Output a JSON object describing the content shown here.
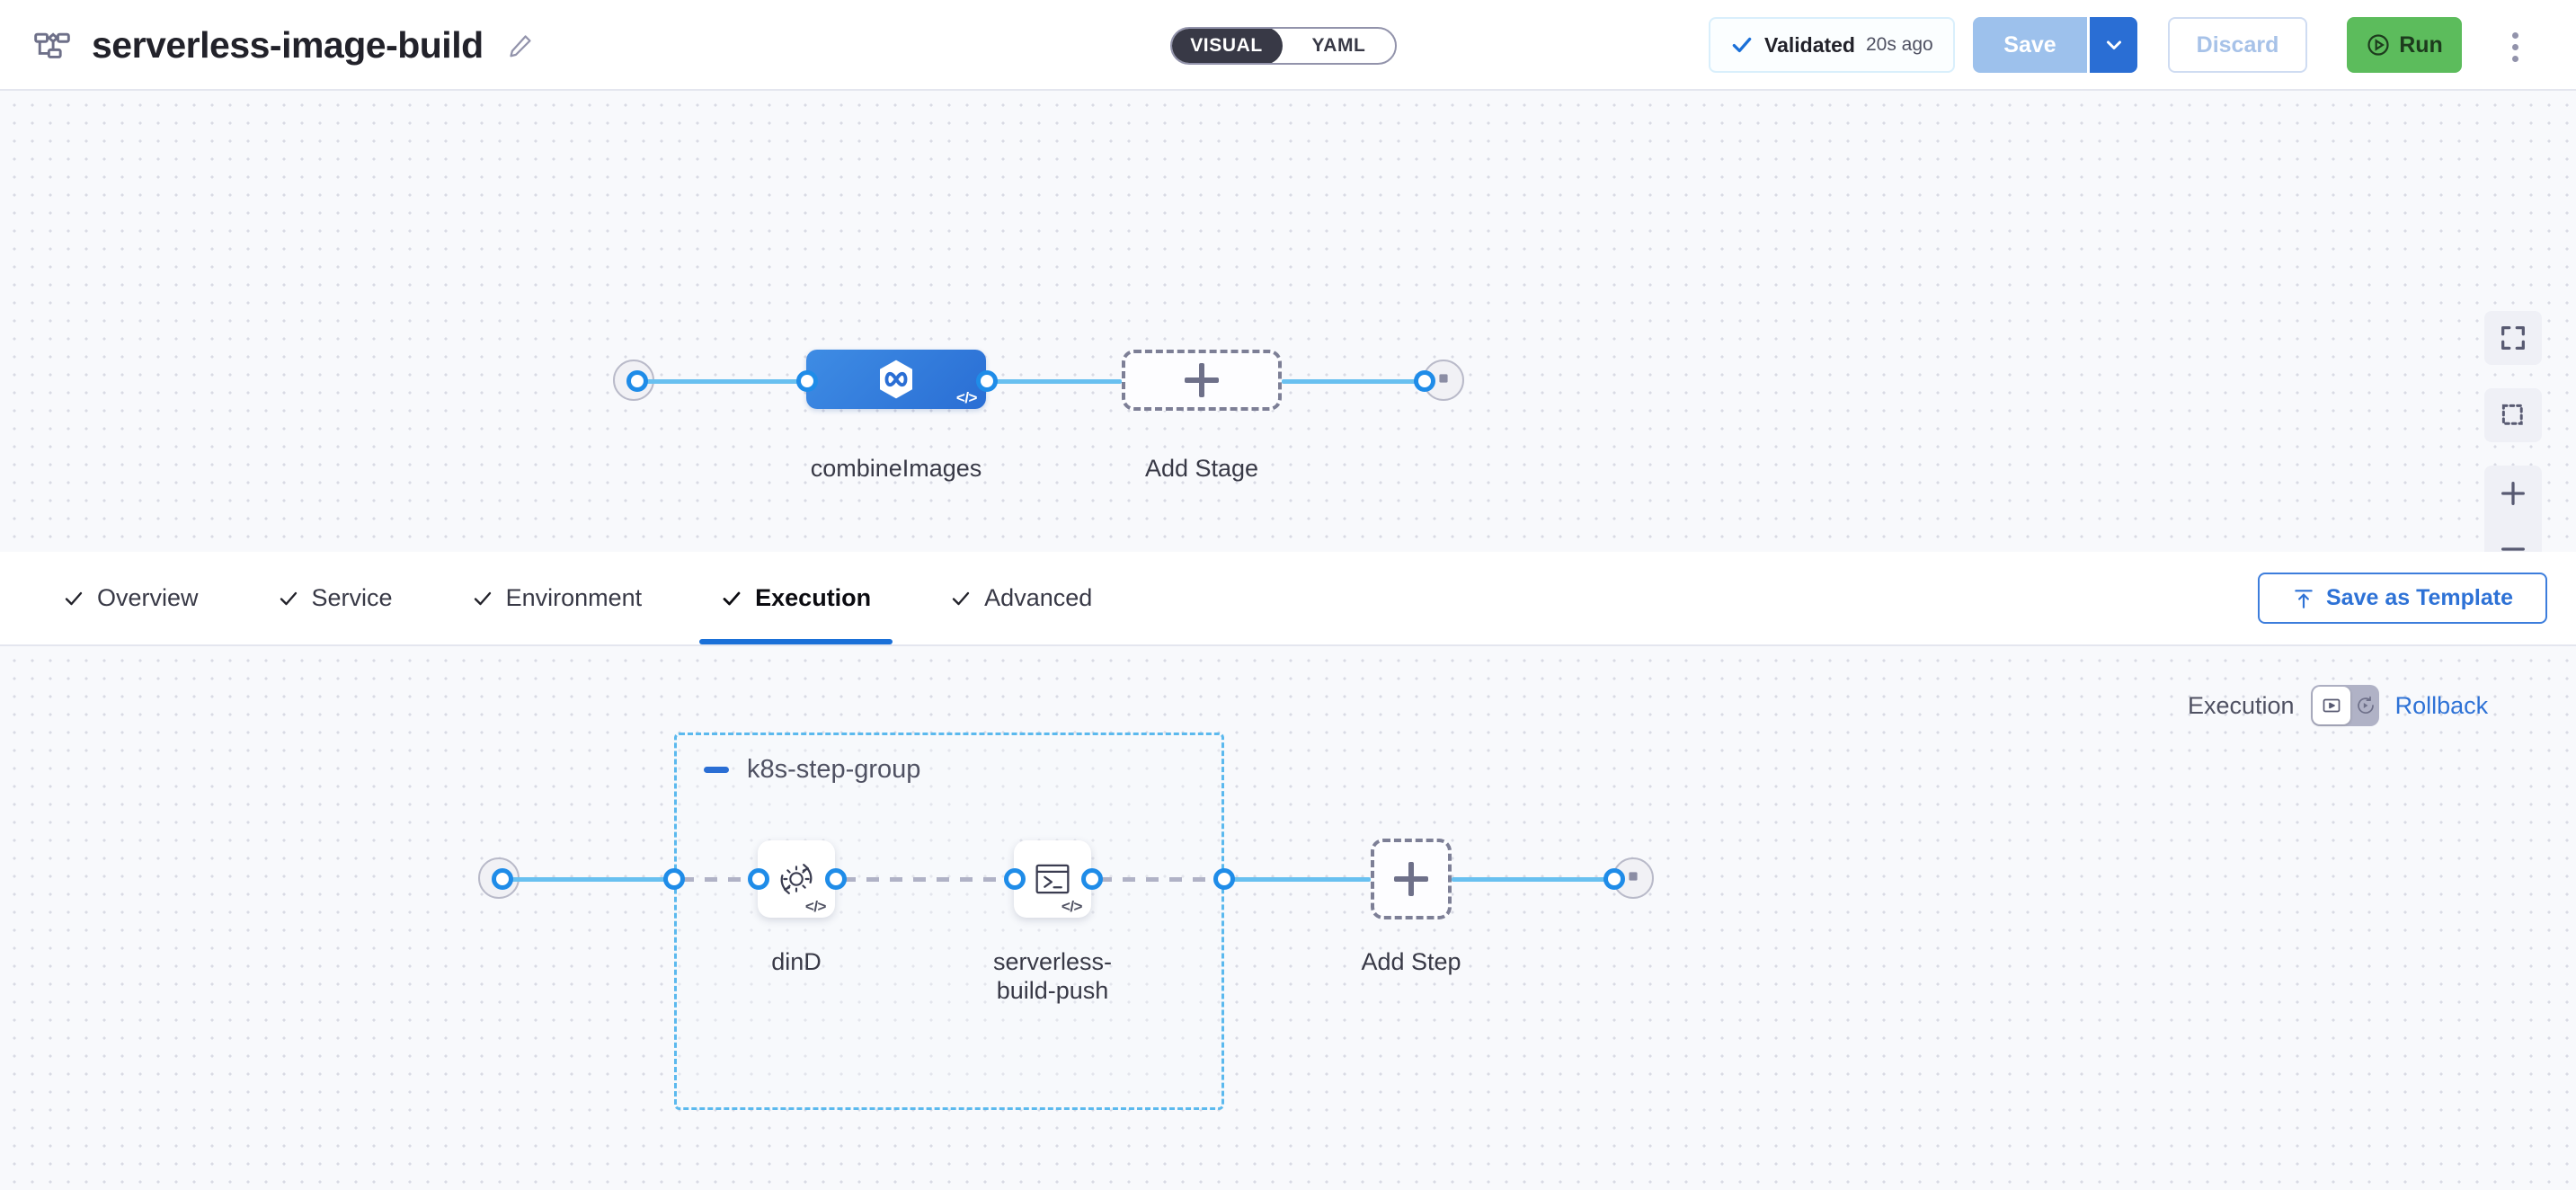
{
  "header": {
    "pipeline_icon": "pipeline-diagram-icon",
    "title": "serverless-image-build",
    "edit_icon": "pencil-icon",
    "view_toggle": {
      "options": [
        "VISUAL",
        "YAML"
      ],
      "selected": "VISUAL"
    },
    "validated": {
      "icon": "check-icon",
      "label": "Validated",
      "time": "20s ago"
    },
    "save": {
      "label": "Save",
      "caret_icon": "chevron-down-icon"
    },
    "discard": {
      "label": "Discard"
    },
    "run": {
      "label": "Run",
      "icon": "play-circle-icon",
      "color": "#5cbc5c"
    },
    "more_icon": "kebab-menu-icon"
  },
  "stage_canvas": {
    "start_node": {
      "icon": "play-icon",
      "color": "#8fd18f"
    },
    "stage": {
      "name": "combineImages",
      "icon": "harness-hexagon-infinity-icon",
      "code_badge": "</>",
      "color": "#2a6ed4",
      "selected": true
    },
    "add_stage": {
      "label": "Add Stage",
      "icon": "plus-icon"
    },
    "end_node": {
      "icon": "stop-square-icon"
    },
    "controls": [
      {
        "name": "fit-to-screen",
        "icon": "expand-corners-icon"
      },
      {
        "name": "selection-box",
        "icon": "dashed-square-icon"
      },
      {
        "name": "zoom-in",
        "icon": "plus-icon"
      },
      {
        "name": "zoom-out",
        "icon": "minus-icon"
      }
    ]
  },
  "tabs": [
    {
      "label": "Overview",
      "icon": "check-icon",
      "active": false
    },
    {
      "label": "Service",
      "icon": "check-icon",
      "active": false
    },
    {
      "label": "Environment",
      "icon": "check-icon",
      "active": false
    },
    {
      "label": "Execution",
      "icon": "check-icon",
      "active": true
    },
    {
      "label": "Advanced",
      "icon": "check-icon",
      "active": false
    }
  ],
  "save_as_template": {
    "label": "Save as Template",
    "icon": "template-upload-icon",
    "color": "#2e72d6"
  },
  "execution_toggle": {
    "left_label": "Execution",
    "right_label": "Rollback",
    "left_icon": "execution-play-frame-icon",
    "right_icon": "rollback-clock-icon",
    "selected": "Execution"
  },
  "step_canvas": {
    "start_node": {
      "icon": "play-icon",
      "color": "#8fd18f"
    },
    "step_group": {
      "name": "k8s-step-group",
      "collapse_icon": "minus-icon",
      "border_color": "#5bb9ee",
      "steps": [
        {
          "name": "dinD",
          "icon": "gear-rotate-icon",
          "code_badge": "</>"
        },
        {
          "name": "serverless-build-push",
          "icon": "terminal-icon",
          "code_badge": "</>"
        }
      ]
    },
    "add_step": {
      "label": "Add Step",
      "icon": "plus-icon"
    },
    "end_node": {
      "icon": "stop-square-icon"
    }
  }
}
